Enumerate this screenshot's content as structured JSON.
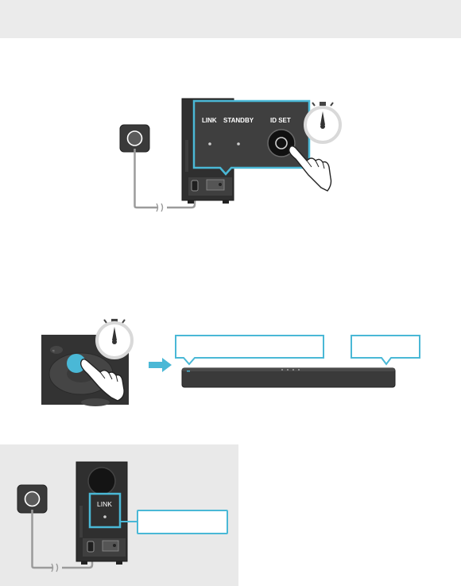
{
  "illustration1": {
    "labels": {
      "link": "LINK",
      "standby": "STANDBY",
      "id_set": "ID SET"
    }
  },
  "illustration3": {
    "labels": {
      "link": "LINK"
    }
  },
  "colors": {
    "accent": "#4ab8d6",
    "device_dark": "#2e2e2e",
    "panel_bg": "#e9e9e9",
    "top_band": "#ebebeb"
  },
  "icons": [
    "power-outlet-icon",
    "subwoofer-icon",
    "stopwatch-icon",
    "pressing-hand-icon",
    "remote-control-icon",
    "arrow-right-icon",
    "soundbar-icon"
  ]
}
